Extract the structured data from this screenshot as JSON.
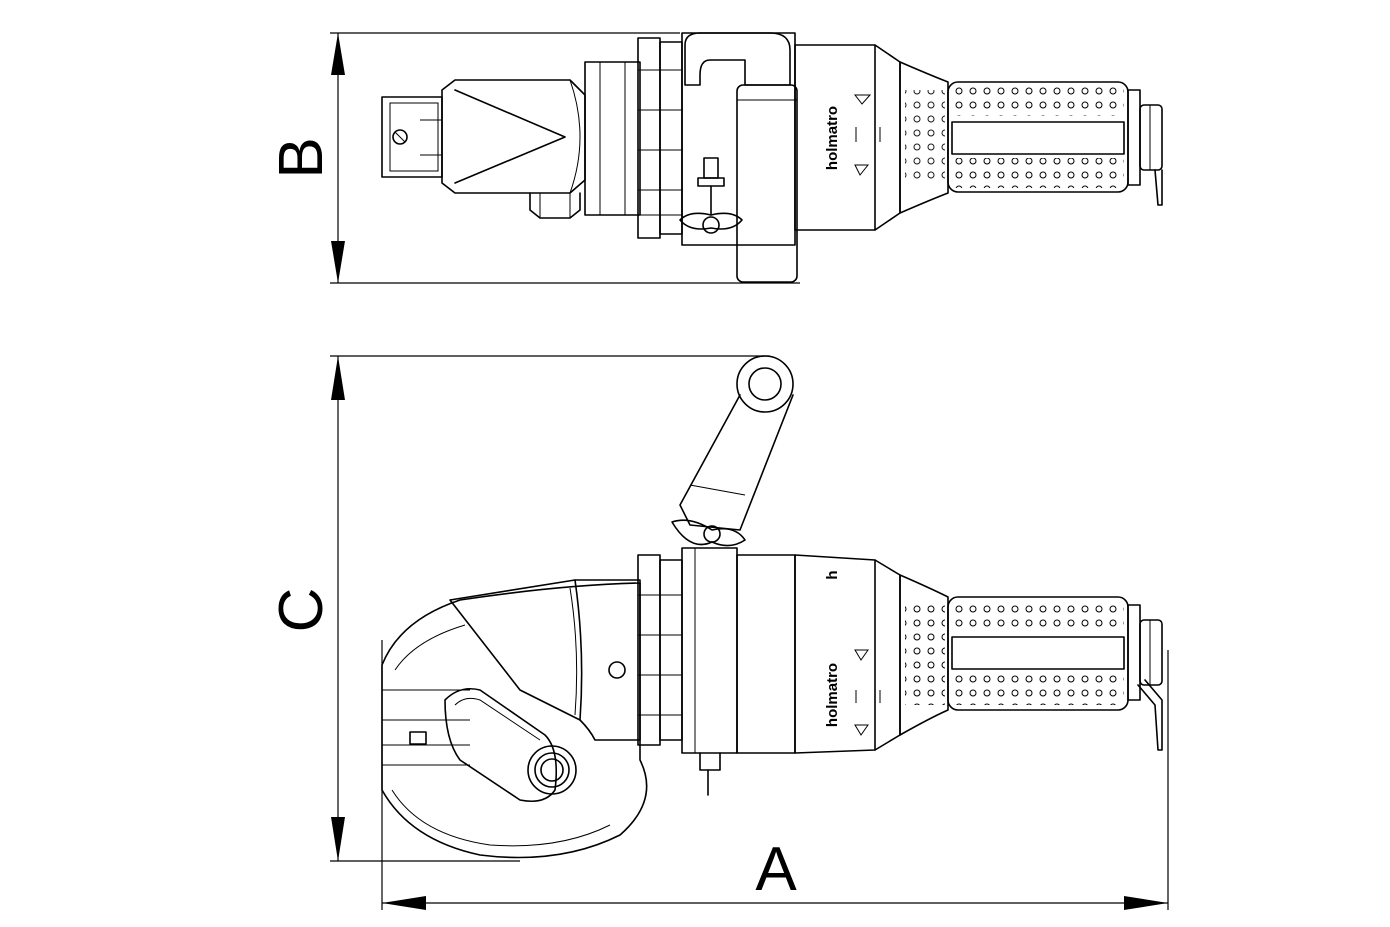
{
  "dimensions": {
    "a_label": "A",
    "b_label": "B",
    "c_label": "C"
  },
  "brand": {
    "top_view": "holmatro",
    "side_view_upper": "h",
    "side_view_lower": "holmatro"
  },
  "colors": {
    "line": "#000000",
    "background": "#ffffff"
  }
}
